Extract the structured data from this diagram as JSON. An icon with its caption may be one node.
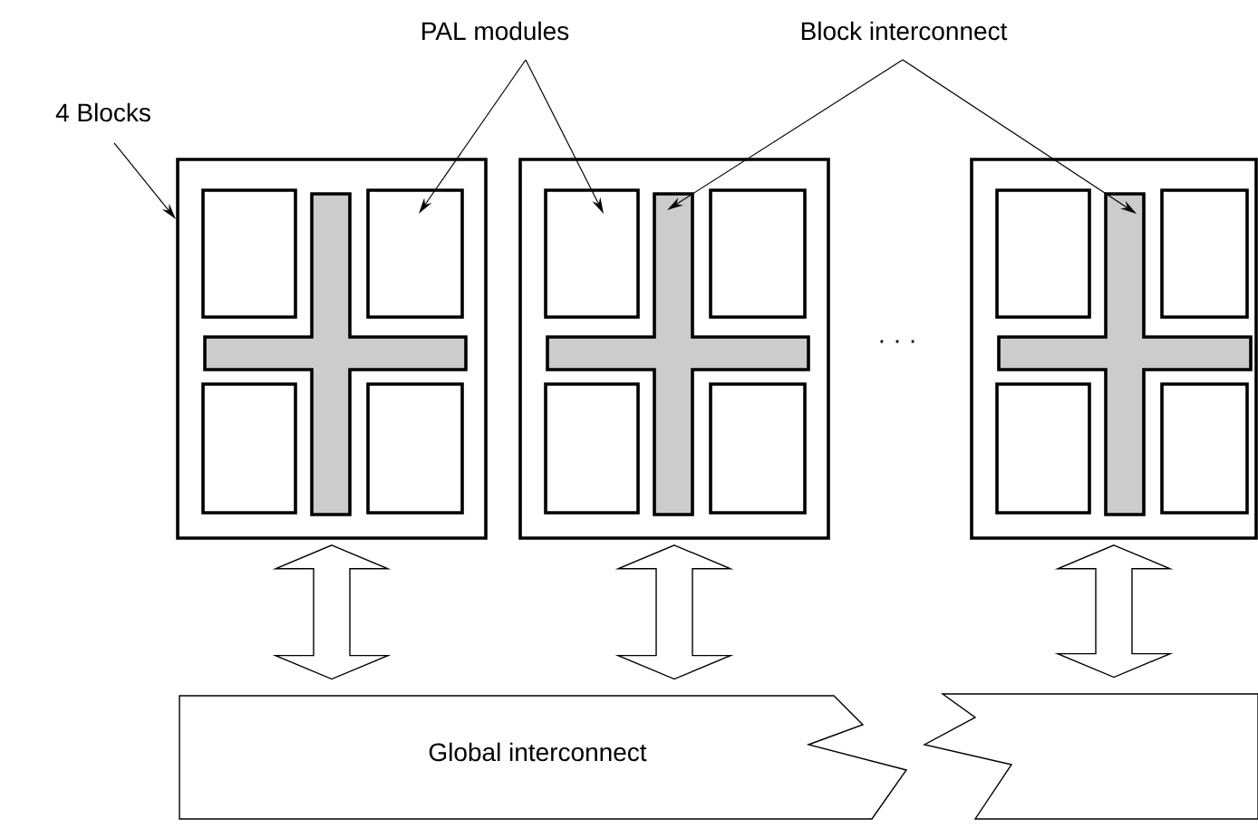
{
  "diagram": {
    "nodes": [
      {
        "text": [
          "4 Blocks"
        ]
      },
      {
        "text": [
          "PAL modules"
        ]
      },
      {
        "text": [
          "Block interconnect"
        ]
      },
      {
        "text": [],
        "shape": "box"
      },
      {
        "text": [],
        "shape": "box",
        "in": 3
      },
      {
        "text": [],
        "shape": "box",
        "in": 3
      },
      {
        "text": [],
        "shape": "box",
        "in": 3
      },
      {
        "text": [],
        "shape": "box",
        "in": 3
      },
      {
        "text": [],
        "shape": "cross",
        "in": 3
      },
      {
        "text": [],
        "shape": "box"
      },
      {
        "text": [],
        "shape": "box",
        "in": 9
      },
      {
        "text": [],
        "shape": "box",
        "in": 9
      },
      {
        "text": [],
        "shape": "box",
        "in": 9
      },
      {
        "text": [],
        "shape": "box",
        "in": 9
      },
      {
        "text": [],
        "shape": "cross",
        "in": 9
      },
      {
        "text": [],
        "shape": "box"
      },
      {
        "text": [],
        "shape": "box",
        "in": 15
      },
      {
        "text": [],
        "shape": "box",
        "in": 15
      },
      {
        "text": [],
        "shape": "box",
        "in": 15
      },
      {
        "text": [],
        "shape": "box",
        "in": 15
      },
      {
        "text": [],
        "shape": "cross",
        "in": 15
      },
      {
        "text": [
          "Global interconnect"
        ]
      },
      {
        "text": [],
        "shape": "bar"
      }
    ],
    "edges": [
      {
        "from": 0,
        "to": 3,
        "arrow": "to"
      },
      {
        "from": 1,
        "to": 5,
        "arrow": "to"
      },
      {
        "from": 1,
        "to": 10,
        "arrow": "to"
      },
      {
        "from": 2,
        "to": 14,
        "arrow": "to"
      },
      {
        "from": 2,
        "to": 20,
        "arrow": "to"
      },
      {
        "from": 3,
        "to": 21,
        "arrow": "both",
        "style": "thick"
      },
      {
        "from": 9,
        "to": 21,
        "arrow": "both",
        "style": "thick"
      },
      {
        "from": 15,
        "to": 22,
        "arrow": "both",
        "style": "thick"
      }
    ],
    "labels": [
      "· · ·"
    ]
  }
}
